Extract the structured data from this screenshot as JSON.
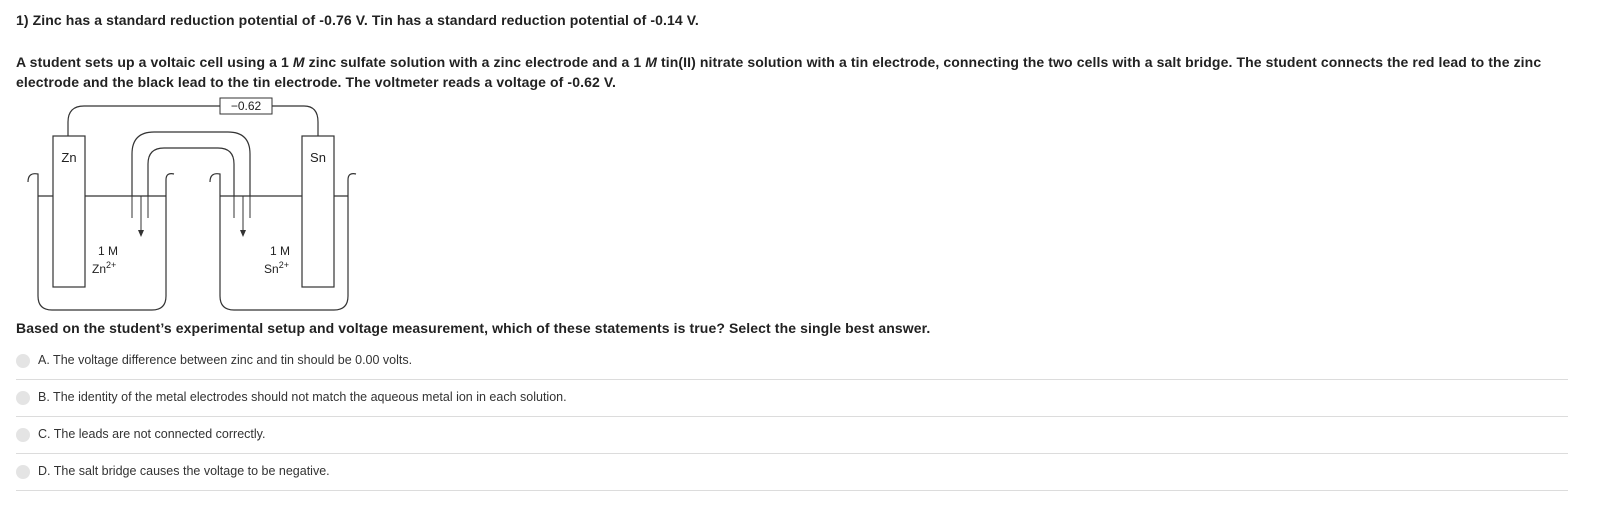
{
  "question": {
    "title": "1) Zinc has a standard reduction potential of -0.76 V. Tin has a standard reduction potential of -0.14 V.",
    "stem_part1": "A student sets up a voltaic cell using a 1 ",
    "stem_unit1": "M",
    "stem_part2": " zinc sulfate solution with a zinc electrode and a 1 ",
    "stem_unit2": "M",
    "stem_part3": " tin(II) nitrate solution with a tin electrode, connecting the two cells with a salt bridge. The student connects the red lead to the zinc electrode and the black lead to the tin electrode. The voltmeter reads a voltage of -0.62 V.",
    "prompt": "Based on the student’s experimental setup and voltage measurement, which of these statements is true? Select the single best answer."
  },
  "diagram": {
    "voltmeter_reading": "−0.62",
    "left_electrode": "Zn",
    "right_electrode": "Sn",
    "left_concentration": "1 M",
    "left_ion": "Zn",
    "left_ion_charge": "2+",
    "right_concentration": "1 M",
    "right_ion": "Sn",
    "right_ion_charge": "2+"
  },
  "options": [
    {
      "label": "A. The voltage difference between zinc and tin should be 0.00 volts."
    },
    {
      "label": "B. The identity of the metal electrodes should not match the aqueous metal ion in each solution."
    },
    {
      "label": "C. The leads are not connected correctly."
    },
    {
      "label": "D. The salt bridge causes the voltage to be negative."
    }
  ]
}
